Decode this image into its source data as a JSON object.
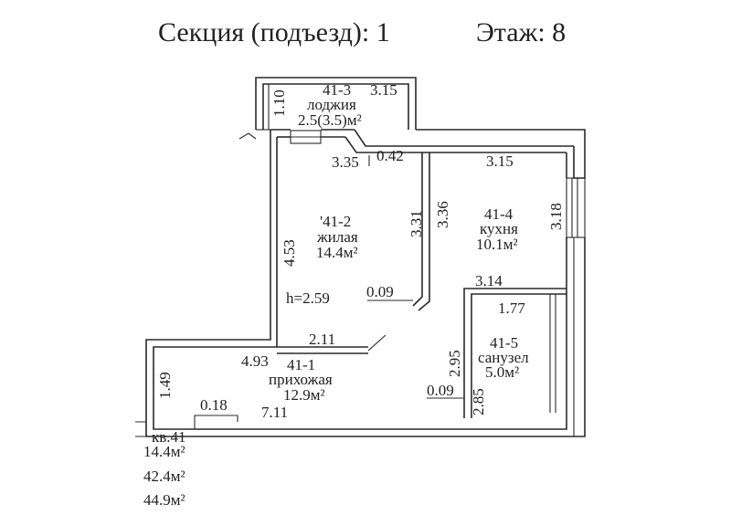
{
  "header": {
    "section": "Секция (подъезд): 1",
    "floor": "Этаж: 8"
  },
  "rooms": {
    "loggia": {
      "id": "41-3",
      "name": "лоджия",
      "area": "2.5(3.5)м²"
    },
    "living": {
      "id": "'41-2",
      "name": "жилая",
      "area": "14.4м²"
    },
    "kitchen": {
      "id": "41-4",
      "name": "кухня",
      "area": "10.1м²"
    },
    "bathroom": {
      "id": "41-5",
      "name": "санузел",
      "area": "5.0м²"
    },
    "hall": {
      "id": "41-1",
      "name": "прихожая",
      "area": "12.9м²"
    }
  },
  "dimensions": {
    "loggia_height": "1.10",
    "loggia_width": "3.15",
    "d_3_35": "3.35",
    "d_0_42": "0.42",
    "kitchen_top": "3.15",
    "d_3_31": "3.31",
    "d_3_36": "3.36",
    "kitchen_right": "3.18",
    "living_left": "4.53",
    "ceiling": "h=2.59",
    "d_0_09_top": "0.09",
    "d_3_14": "3.14",
    "d_1_77": "1.77",
    "d_2_11": "2.11",
    "d_4_93": "4.93",
    "d_2_95": "2.95",
    "hall_left": "1.49",
    "d_0_09_bottom": "0.09",
    "d_2_85": "2.85",
    "d_0_18": "0.18",
    "d_7_11": "7.11"
  },
  "summary": {
    "apartment": "кв.41",
    "living_area": "14.4м²",
    "total_area": "42.4м²",
    "total_with_loggia": "44.9м²"
  }
}
